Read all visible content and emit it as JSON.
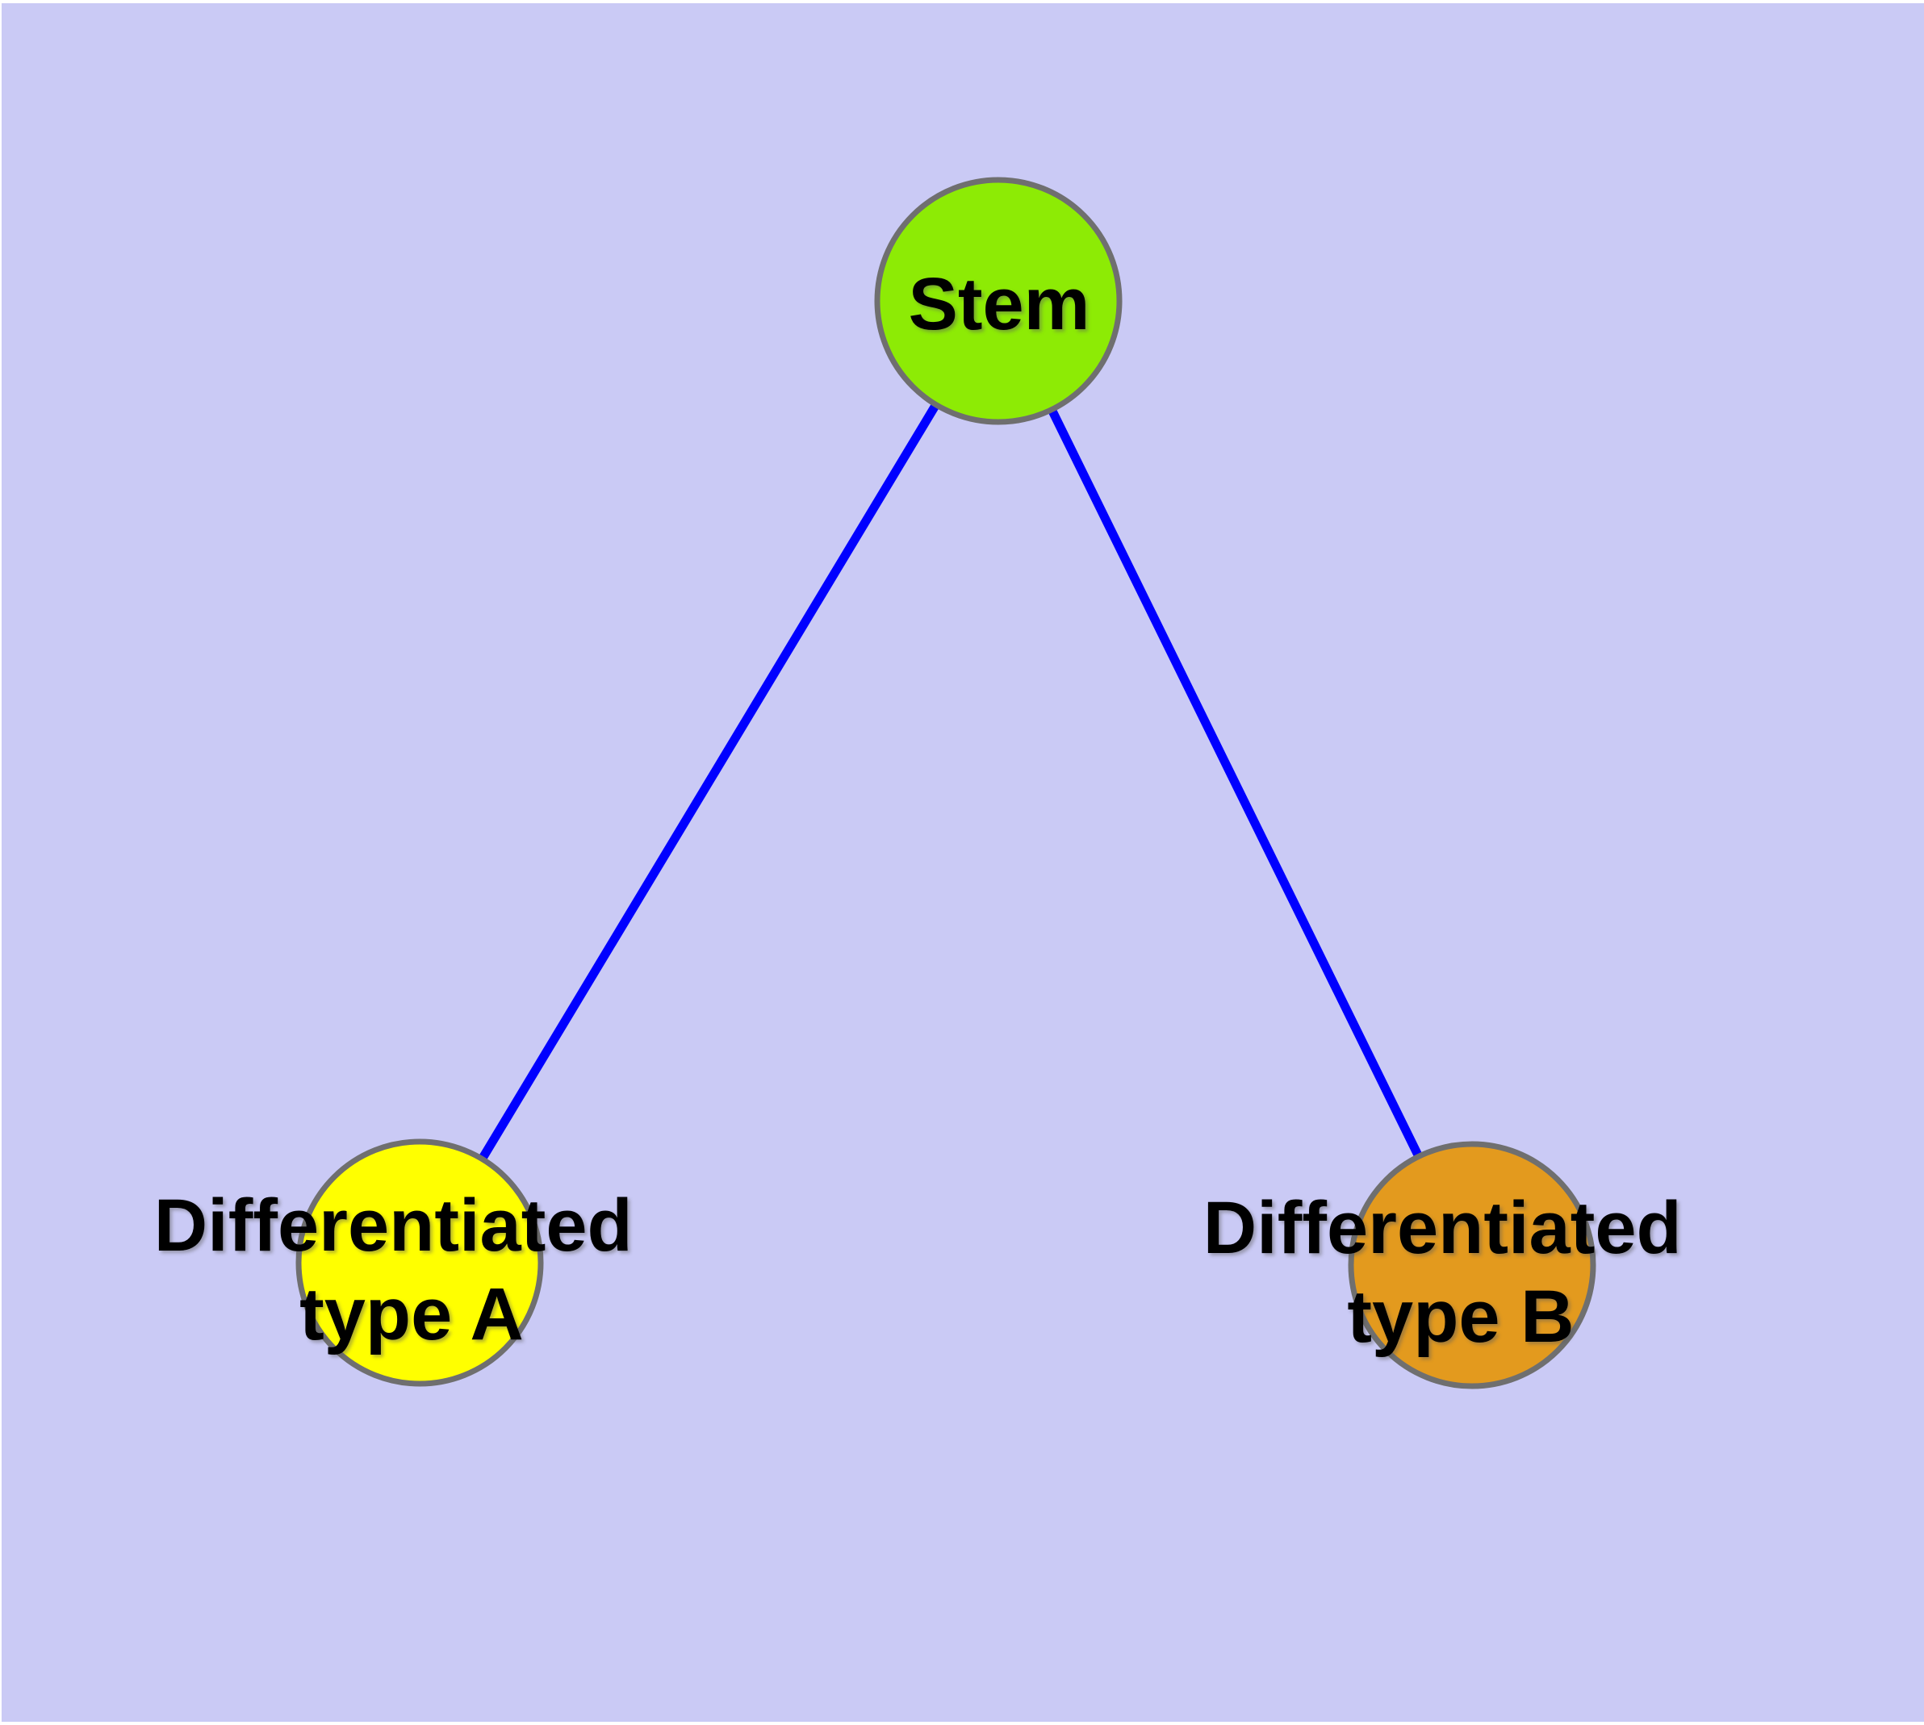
{
  "canvas": {
    "panel_color": "#CACAF5",
    "margin_color": "#FFFFFF"
  },
  "graph": {
    "text_color": "#000000",
    "node_border_color": "#6F6F6F",
    "nodes": [
      {
        "id": "stem",
        "label_lines": [
          "Stem"
        ],
        "fill": "#8DEB05"
      },
      {
        "id": "differentiated-type-a",
        "label_lines": [
          "Differentiated",
          "type A"
        ],
        "fill": "#FFFF00"
      },
      {
        "id": "differentiated-type-b",
        "label_lines": [
          "Differentiated",
          "type B"
        ],
        "fill": "#E39A1E"
      }
    ],
    "edges": [
      {
        "from": "stem",
        "to": "differentiated-type-a",
        "color": "#0000FF"
      },
      {
        "from": "stem",
        "to": "differentiated-type-b",
        "color": "#0000FF"
      }
    ]
  }
}
